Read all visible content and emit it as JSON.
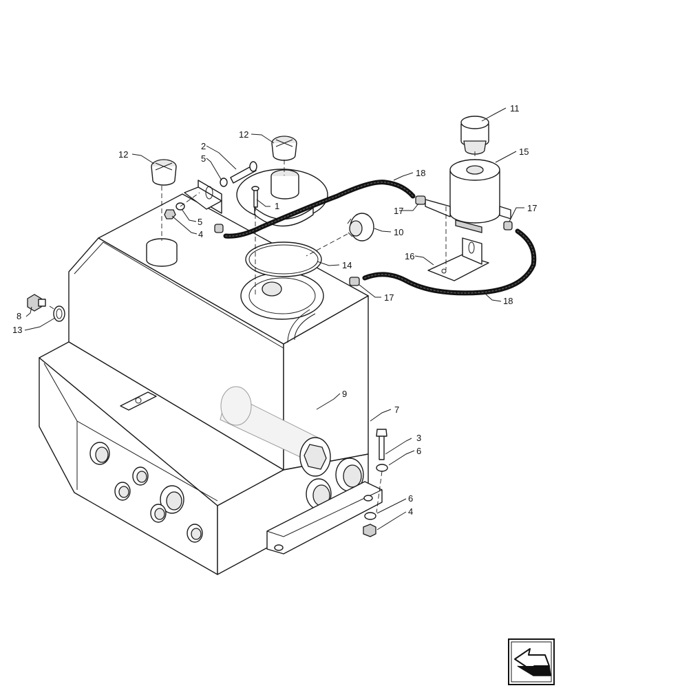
{
  "callouts": [
    {
      "id": "c-11",
      "text": "11"
    },
    {
      "id": "c-15",
      "text": "15"
    },
    {
      "id": "c-12a",
      "text": "12"
    },
    {
      "id": "c-12b",
      "text": "12"
    },
    {
      "id": "c-2",
      "text": "2"
    },
    {
      "id": "c-5a",
      "text": "5"
    },
    {
      "id": "c-1",
      "text": "1"
    },
    {
      "id": "c-5b",
      "text": "5"
    },
    {
      "id": "c-4a",
      "text": "4"
    },
    {
      "id": "c-18a",
      "text": "18"
    },
    {
      "id": "c-17a",
      "text": "17"
    },
    {
      "id": "c-17b",
      "text": "17"
    },
    {
      "id": "c-10",
      "text": "10"
    },
    {
      "id": "c-14",
      "text": "14"
    },
    {
      "id": "c-16",
      "text": "16"
    },
    {
      "id": "c-17c",
      "text": "17"
    },
    {
      "id": "c-18b",
      "text": "18"
    },
    {
      "id": "c-8",
      "text": "8"
    },
    {
      "id": "c-13",
      "text": "13"
    },
    {
      "id": "c-9",
      "text": "9"
    },
    {
      "id": "c-7",
      "text": "7"
    },
    {
      "id": "c-3",
      "text": "3"
    },
    {
      "id": "c-6a",
      "text": "6"
    },
    {
      "id": "c-6b",
      "text": "6"
    },
    {
      "id": "c-4b",
      "text": "4"
    }
  ]
}
